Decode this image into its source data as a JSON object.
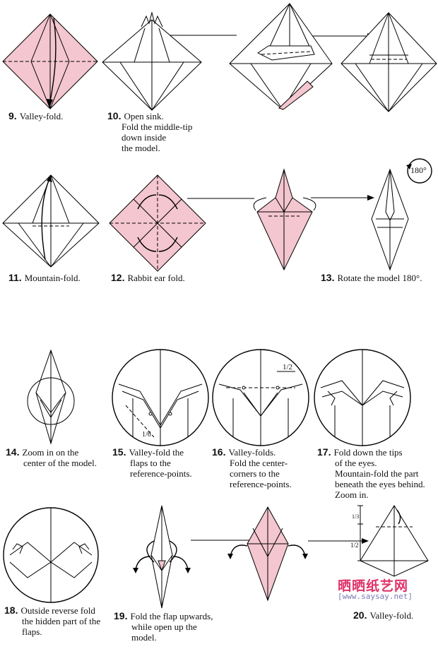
{
  "steps": [
    {
      "num": "9.",
      "lines": [
        "Valley-fold."
      ]
    },
    {
      "num": "10.",
      "lines": [
        "Open sink.",
        "Fold the middle-tip",
        "down inside",
        "the model."
      ]
    },
    {
      "num": "11.",
      "lines": [
        "Mountain-fold."
      ]
    },
    {
      "num": "12.",
      "lines": [
        "Rabbit ear fold."
      ]
    },
    {
      "num": "13.",
      "lines": [
        "Rotate the model 180°."
      ]
    },
    {
      "num": "14.",
      "lines": [
        "Zoom in on the",
        "center of the model."
      ]
    },
    {
      "num": "15.",
      "lines": [
        "Valley-fold the",
        "flaps to the",
        "reference-points."
      ]
    },
    {
      "num": "16.",
      "lines": [
        "Valley-folds.",
        "Fold the center-",
        "corners to the",
        "reference-points."
      ]
    },
    {
      "num": "17.",
      "lines": [
        "Fold down the tips",
        "of the eyes.",
        "Mountain-fold the part",
        "beneath the eyes behind.",
        "Zoom in."
      ]
    },
    {
      "num": "18.",
      "lines": [
        "Outside reverse fold",
        "the hidden part of the",
        "flaps."
      ]
    },
    {
      "num": "19.",
      "lines": [
        "Fold the flap upwards,",
        "while open up the",
        "model."
      ]
    },
    {
      "num": "20.",
      "lines": [
        "Valley-fold."
      ]
    }
  ],
  "labels": {
    "rotate": "180°",
    "half_16": "1/2",
    "sixth_15": "1/6",
    "half_20": "1/2",
    "third_20": "1/3"
  },
  "watermark": {
    "logo": "晒晒纸艺网",
    "url": "[www.saysay.net]"
  }
}
